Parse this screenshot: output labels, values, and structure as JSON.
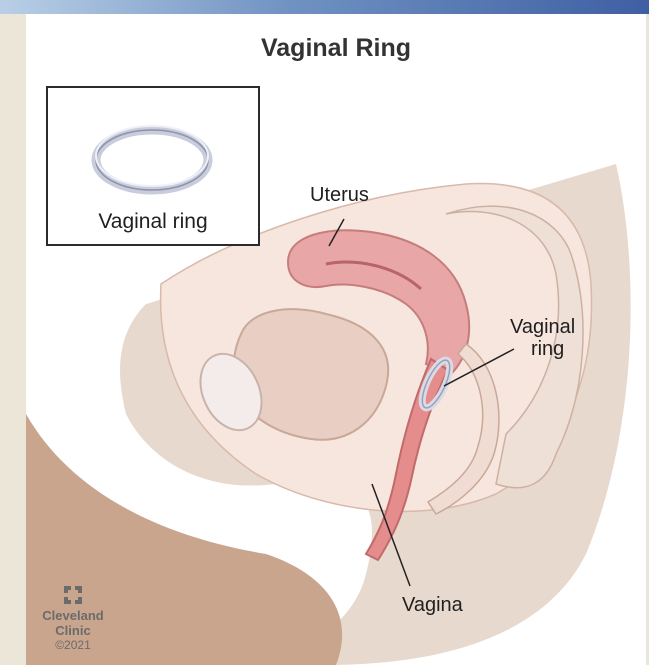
{
  "title": "Vaginal Ring",
  "inset": {
    "label": "Vaginal ring"
  },
  "callouts": {
    "uterus": "Uterus",
    "ring_line1": "Vaginal",
    "ring_line2": "ring",
    "vagina": "Vagina"
  },
  "credit": {
    "line1": "Cleveland",
    "line2": "Clinic",
    "copyright": "©2021"
  },
  "colors": {
    "skin": "#c9a58e",
    "tissue": "#f3ddd4",
    "uterus": "#e9a6a6",
    "ring": "#d9dbe6"
  }
}
